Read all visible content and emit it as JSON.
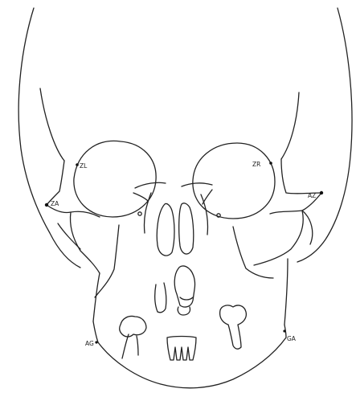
{
  "landmarks": {
    "zl": "ZL",
    "zr": "ZR",
    "za": "ZA",
    "az": "AZ",
    "ag": "AG",
    "ga": "GA"
  },
  "colors": {
    "line": "#222222",
    "background": "#ffffff"
  }
}
